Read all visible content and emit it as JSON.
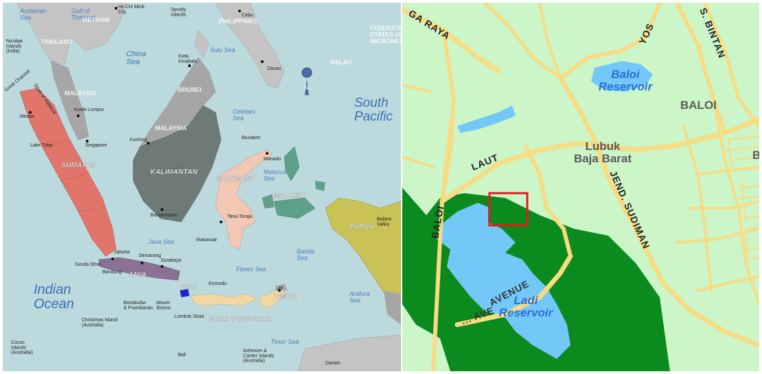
{
  "left_map": {
    "oceans": {
      "indian": "Indian\nOcean",
      "south_pacific": "South\nPacific",
      "china_sea": "China\nSea"
    },
    "seas": {
      "andaman": "Andaman\nSea",
      "gulf_thailand": "Gulf of\nThailand",
      "sulu": "Sulu Sea",
      "celebes": "Celebes\nSea",
      "java": "Java Sea",
      "flores": "Flores Sea",
      "banda": "Banda\nSea",
      "molucca": "Molucca\nSea",
      "arafura": "Arafura\nSea",
      "timor": "Timor Sea"
    },
    "regions": {
      "sumatra": "SUMATRA",
      "kalimantan": "KALIMANTAN",
      "sulawesi": "SULAWESI",
      "maluku": "MALUKU",
      "papua": "PAPUA",
      "java": "JAVA",
      "bali": "BALI",
      "nusa_tenggara": "NUSA TENGGARA",
      "timor": "TIMOR"
    },
    "countries": {
      "malaysia_w": "MALAYSIA",
      "malaysia_e": "MALAYSIA",
      "brunei": "BRUNEI",
      "thailand": "THAILAND",
      "vietnam": "VIETNAM",
      "philippines": "PHILIPPINES",
      "fed_micronesia": "FEDERATED\nSTATES OF\nMICRONESIA",
      "palau": "PALAU"
    },
    "cities": {
      "medan": "Medan",
      "kuala_lumpur": "Kuala Lumpur",
      "singapore": "Singapore",
      "kuching": "Kuching",
      "kota_kinabalu": "Kota\nKinabalu",
      "davao": "Davao",
      "cebu": "Cebu",
      "manado": "Manado",
      "bunaken": "Bunaken",
      "makassar": "Makassar",
      "banjarmasin": "Banjarmasin",
      "tana_toraja": "Tana Toraja",
      "jakarta": "Jakarta",
      "bandung": "Bandung",
      "semarang": "Semarang",
      "surabaya": "Surabaya",
      "dili": "Dili",
      "darwin": "Darwin",
      "baliem": "Baliem\nValley",
      "lake_toba": "Lake Toba",
      "komodo": "Komodo",
      "christmas": "Christmas Island\n(Australia)",
      "cocos": "Cocos\nIslands\n(Australia)",
      "ashmore": "Ashmore &\nCartier Islands\n(Australia)",
      "nicobar": "Nicobar\nIslands\n(India)",
      "ho_chi_minh": "Ho Chi Minh\nCity",
      "spratly": "Spratly\nIslands",
      "sunda_strait": "Sunda Strait",
      "lombok_strait": "Lombok Strait",
      "bali_small": "Bali",
      "borobudur": "Borobudur\n& Prambanan",
      "mount_bromo": "Mount\nBromo",
      "strait_malacca": "Strait of Malacca",
      "great_channel": "Great Channel"
    },
    "compass": {
      "n": "N"
    },
    "colors": {
      "water": "#bcd9dd",
      "sumatra": "#e2756b",
      "kalimantan": "#6d7a78",
      "sulawesi": "#f2c7b4",
      "maluku": "#5fa08a",
      "papua": "#c9c255",
      "java": "#8b7196",
      "nusa_tenggara": "#f1d8a2",
      "neighbours": "#c4c4c4",
      "malaysia": "#a6a6a6"
    }
  },
  "right_map": {
    "roads": {
      "ga_raya": "GA RAYA",
      "yos": "YOS",
      "s_bintan": "S. BINTAN",
      "laut": "LAUT",
      "baloi_road": "BALOI",
      "jend_sudiman": "JEND. SUDIMAN",
      "avenue": "AVENUE",
      "avenue_prefix": "... AVE"
    },
    "reservoirs": {
      "baloi": "Baloi\nReservoir",
      "ladi": "Ladi\nReservoir"
    },
    "places": {
      "baloi_district": "BALOI",
      "lubuk_baja_barat": "Lubuk\nBaja Barat",
      "b_partial": "B"
    },
    "colors": {
      "land": "#ccf5c8",
      "road": "#f7dc83",
      "water": "#73c8f7",
      "forest": "#0b8a1e",
      "highlight": "#e31b1b"
    }
  }
}
